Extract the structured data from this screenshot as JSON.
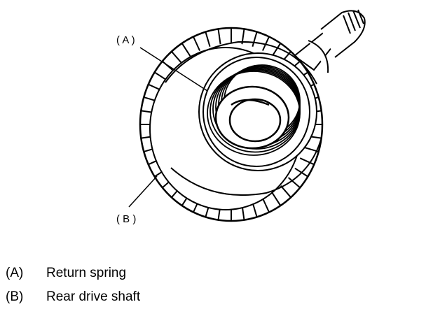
{
  "callouts": {
    "a": "( A )",
    "b": "( B )"
  },
  "legend": [
    {
      "key": "(A)",
      "label": "Return spring"
    },
    {
      "key": "(B)",
      "label": "Rear drive shaft"
    }
  ],
  "colors": {
    "line": "#000000",
    "background": "#ffffff"
  }
}
